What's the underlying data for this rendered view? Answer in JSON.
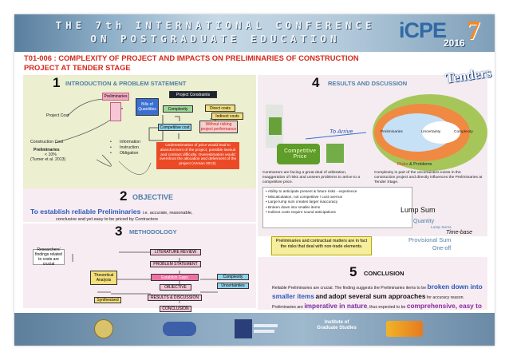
{
  "header": {
    "line1": "THE 7th INTERNATIONAL CONFERENCE",
    "line2": "ON POSTGRADUATE EDUCATION",
    "logo_text": "iCPE",
    "logo_year": "2016",
    "logo_seven": "7"
  },
  "title": "T01-006 : COMPLEXITY OF PROJECT AND IMPACTS ON PRELIMINARIES OF CONSTRUCTION PROJECT AT TENDER STAGE",
  "intro": {
    "num": "1",
    "heading": "INTRODUCTION & PROBLEM STATEMENT",
    "project_cost": "Project Cost",
    "construction_cost": "Construction Cost",
    "preliminaries": "Preliminaries",
    "pct": "< 10%",
    "cite": "(Turner et al. 2013)",
    "prelim_box": "Preliminaries",
    "boq": "Bills of Quantities",
    "bullets": [
      "Information",
      "Instruction",
      "Obligation"
    ],
    "project_constraints": "Project Constraints",
    "complexity": "Complexity",
    "direct_costs": "Direct costs",
    "indirect_costs": "Indirect costs",
    "competitive_cost": "Competitive cost",
    "without_risking": "Without risking project performance",
    "red_text": "Underestimation of price would lead to abandonment of the project, possible lawsuit and contract difficulty. Overestimation would overshoot the allocation and deferment of the project (Azman 2013)."
  },
  "objective": {
    "num": "2",
    "heading": "OBJECTIVE",
    "bold": "To establish reliable Preliminaries",
    "rest": "i.e. accurate, reasonable,",
    "line2": "conclusive and yet easy to be priced by Contractors"
  },
  "methodology": {
    "num": "3",
    "heading": "METHODOLOGY",
    "researchers": "Researchers' findings related to costs are crucial",
    "lit_review": "LITERATURE REVIEW",
    "problem_statement": "PROBLEM STATEMENT",
    "theoretical": "Theoretical Analysis",
    "establish_gaps": "Establish Gaps",
    "objective": "OBJECTIVE",
    "complexity": "Complexity",
    "uncertainties": "Uncertainties",
    "synthesised": "Synthesised",
    "results_discussion": "RESULTS & DISCUSSION",
    "conclusion": "CONCLUSION"
  },
  "results": {
    "num": "4",
    "heading": "RESULTS AND DSCUSSION",
    "tenders": "Tenders",
    "to_arrive": "To Arrive",
    "competitive_price": "Competitive Price",
    "inside_left": "Preliminaries",
    "inside_mid": "Uncertainty",
    "inside_right": "Complexity",
    "risks": "Risks",
    "problems": "& Problems",
    "col1": "Contractors are facing a great deal of arbitration, exaggeration of risks and unseen problems to arrive to a competitive price.",
    "col2": "Complexity is part of the uncertainties exists in the construction project and directly influences the Preliminaries at Tender Stage.",
    "bullets": [
      "Ability to anticipate present & future risks - experience",
      "Miscalculation, not competitive / cost overrun",
      "Large lump sum creates larger inaccuracy",
      "Broken down into smaller items",
      "Indirect costs require sound anticipations"
    ],
    "yellow": "Preliminaries and contractual matters are in fact the risks that deal with non-trade elements.",
    "lump_sum": "Lump Sum",
    "quantity": "Quantity",
    "lump_sums": "Lump Sums",
    "time_base": "Time-base",
    "provisional": "Provisional Sum",
    "one_off": "One-off"
  },
  "conclusion": {
    "num": "5",
    "heading": "CONCLUSION",
    "t1": "Reliable Preliminaries are crucial. The finding suggests the Preliminaries items to be",
    "t2": "broken down into smaller items",
    "t3": "and",
    "t4": "adopt several sum approaches",
    "t5": "for accuracy reason. Preliminaries are",
    "t6": "imperative in nature",
    "t7": ", thus expected to be",
    "t8": "comprehensive, easy to understand, practical and effective."
  },
  "footer": {
    "logo1": "",
    "logo2": "",
    "logo3": "",
    "logo4": "Institute of Graduate Studies",
    "logo5": ""
  },
  "colors": {
    "title_red": "#d4281b",
    "accent_blue": "#2d58b6",
    "section_blue": "#4d7ea8"
  }
}
